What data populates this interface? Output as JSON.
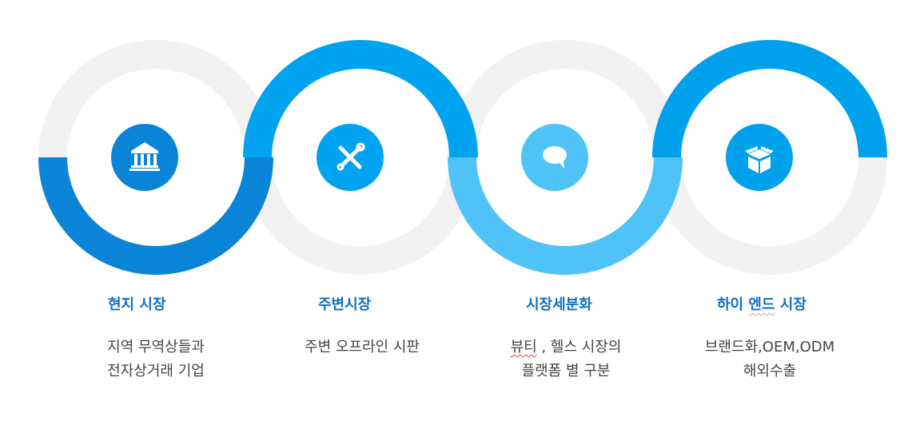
{
  "colors": {
    "track": "#f2f2f2",
    "stage_1": "#0a84d6",
    "stage_2": "#00a3ef",
    "stage_3": "#4fc3f7",
    "stage_4": "#00a1ec",
    "title": "#0a70c4",
    "description": "#444444"
  },
  "stages": [
    {
      "title": "현지 시장",
      "description": [
        "지역 무역상들과",
        "전자상거래 기업"
      ],
      "icon": "bank-icon",
      "arc_half": "bottom"
    },
    {
      "title": "주변시장",
      "description": [
        "주변 오프라인 시판"
      ],
      "icon": "tools-icon",
      "arc_half": "top"
    },
    {
      "title": "시장세분화",
      "description_parts": {
        "word_1": "뷰티",
        "rest_1": " , 헬스 시장의",
        "line_2": "플랫폼 별 구분"
      },
      "icon": "speech-bubble-icon",
      "arc_half": "bottom"
    },
    {
      "title_parts": {
        "a": "하이 ",
        "b": "엔드",
        "c": " 시장"
      },
      "description": [
        "브랜드화,OEM,ODM",
        "해외수출"
      ],
      "icon": "box-icon",
      "arc_half": "top"
    }
  ]
}
